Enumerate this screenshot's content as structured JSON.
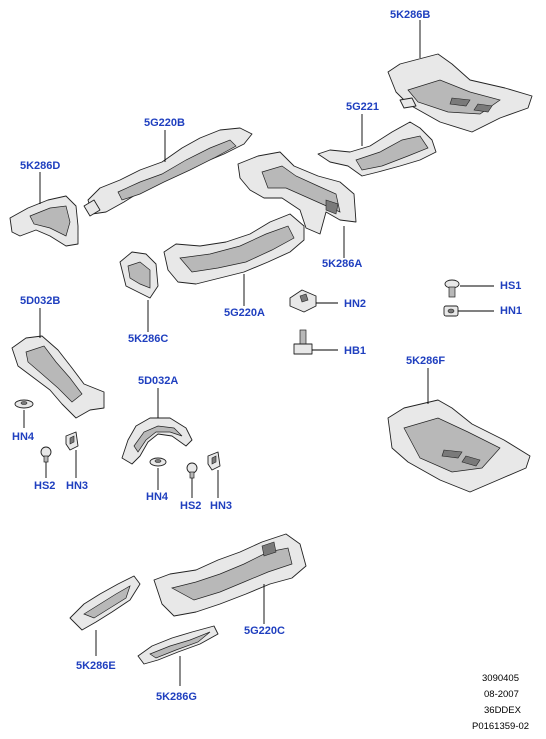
{
  "colors": {
    "callout": "#1f3fbf",
    "ink": "#000000",
    "part_fill": "#e8e8e8",
    "part_shade": "#b8b8b8"
  },
  "callouts": {
    "c_5K286B": "5K286B",
    "c_5G221": "5G221",
    "c_5G220B": "5G220B",
    "c_5K286D": "5K286D",
    "c_5K286A": "5K286A",
    "c_5K286C": "5K286C",
    "c_5G220A": "5G220A",
    "c_5D032B": "5D032B",
    "c_HS1": "HS1",
    "c_HN2": "HN2",
    "c_HN1": "HN1",
    "c_HB1": "HB1",
    "c_5K286F": "5K286F",
    "c_5D032A": "5D032A",
    "c_HN4_a": "HN4",
    "c_HS2_a": "HS2",
    "c_HN3_a": "HN3",
    "c_HN4_b": "HN4",
    "c_HS2_b": "HS2",
    "c_HN3_b": "HN3",
    "c_5K286E": "5K286E",
    "c_5G220C": "5G220C",
    "c_5K286G": "5K286G"
  },
  "reference": {
    "line1": "3090405",
    "line2": "08-2007",
    "line3": "36DDEX",
    "line4": "P0161359-02"
  }
}
